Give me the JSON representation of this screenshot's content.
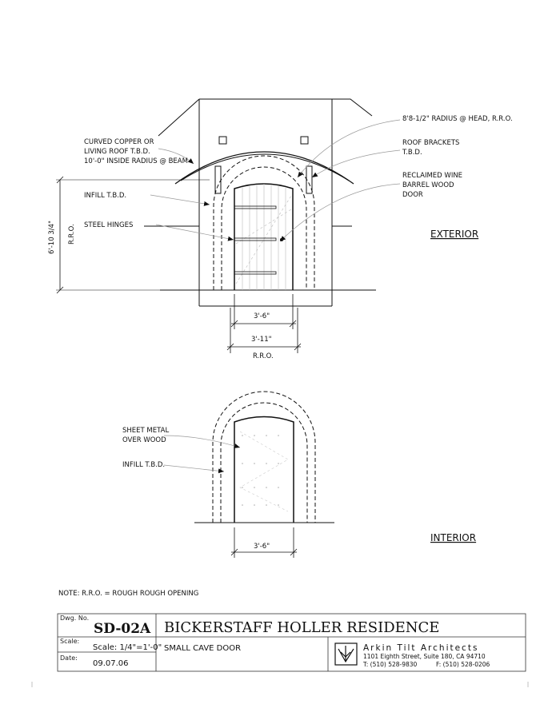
{
  "exterior": {
    "title": "EXTERIOR",
    "labels": {
      "roof": [
        "CURVED COPPER OR",
        "LIVING ROOF T.B.D.",
        "10'-0\" INSIDE RADIUS @ BEAM"
      ],
      "infill": "INFILL T.B.D.",
      "hinges": "STEEL HINGES",
      "radius": "8'8-1/2\" RADIUS @ HEAD, R.R.O.",
      "brackets": [
        "ROOF BRACKETS",
        "T.B.D."
      ],
      "door": [
        "RECLAIMED WINE",
        "BARREL WOOD",
        "DOOR"
      ]
    },
    "dims": {
      "height": "6'-10 3/4\"",
      "height_note": "R.R.O.",
      "door_width": "3'-6\"",
      "rro_width": "3'-11\"",
      "rro_note": "R.R.O."
    }
  },
  "interior": {
    "title": "INTERIOR",
    "labels": {
      "sheet_metal": [
        "SHEET METAL",
        "OVER WOOD"
      ],
      "infill": "INFILL T.B.D."
    },
    "dims": {
      "door_width": "3'-6\""
    }
  },
  "note": "NOTE: R.R.O. = ROUGH ROUGH OPENING",
  "title_block": {
    "dwg_no_label": "Dwg. No.",
    "dwg_no": "SD-02A",
    "project": "BICKERSTAFF HOLLER RESIDENCE",
    "scale_label": "Scale:",
    "scale": "Scale: 1/4\"=1'-0\"",
    "sheet_title": "SMALL CAVE DOOR",
    "date_label": "Date:",
    "date": "09.07.06",
    "firm": "Arkin Tilt Architects",
    "address": "1101 Eighth Street, Suite 180, CA 94710",
    "phone": "T: (510) 528-9830",
    "fax": "F: (510) 528-0206"
  }
}
